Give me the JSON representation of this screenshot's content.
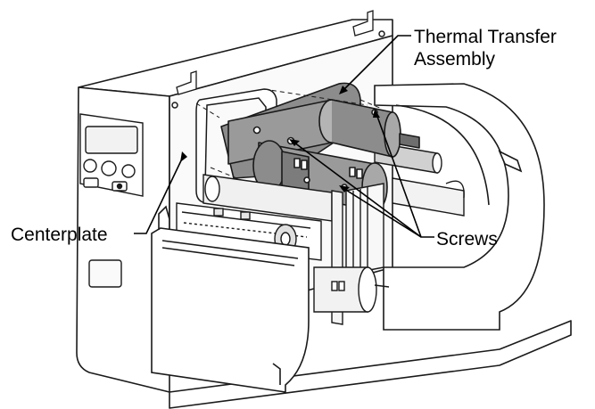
{
  "labels": {
    "thermal_line1": "Thermal Transfer",
    "thermal_line2": "Assembly",
    "centerplate": "Centerplate",
    "screws": "Screws"
  },
  "colors": {
    "outline": "#1a1a1a",
    "assembly_fill": "#8c8c8c",
    "assembly_dark": "#6e6e6e",
    "body_fill": "#ffffff",
    "detail_fill": "#e6e6e6"
  }
}
